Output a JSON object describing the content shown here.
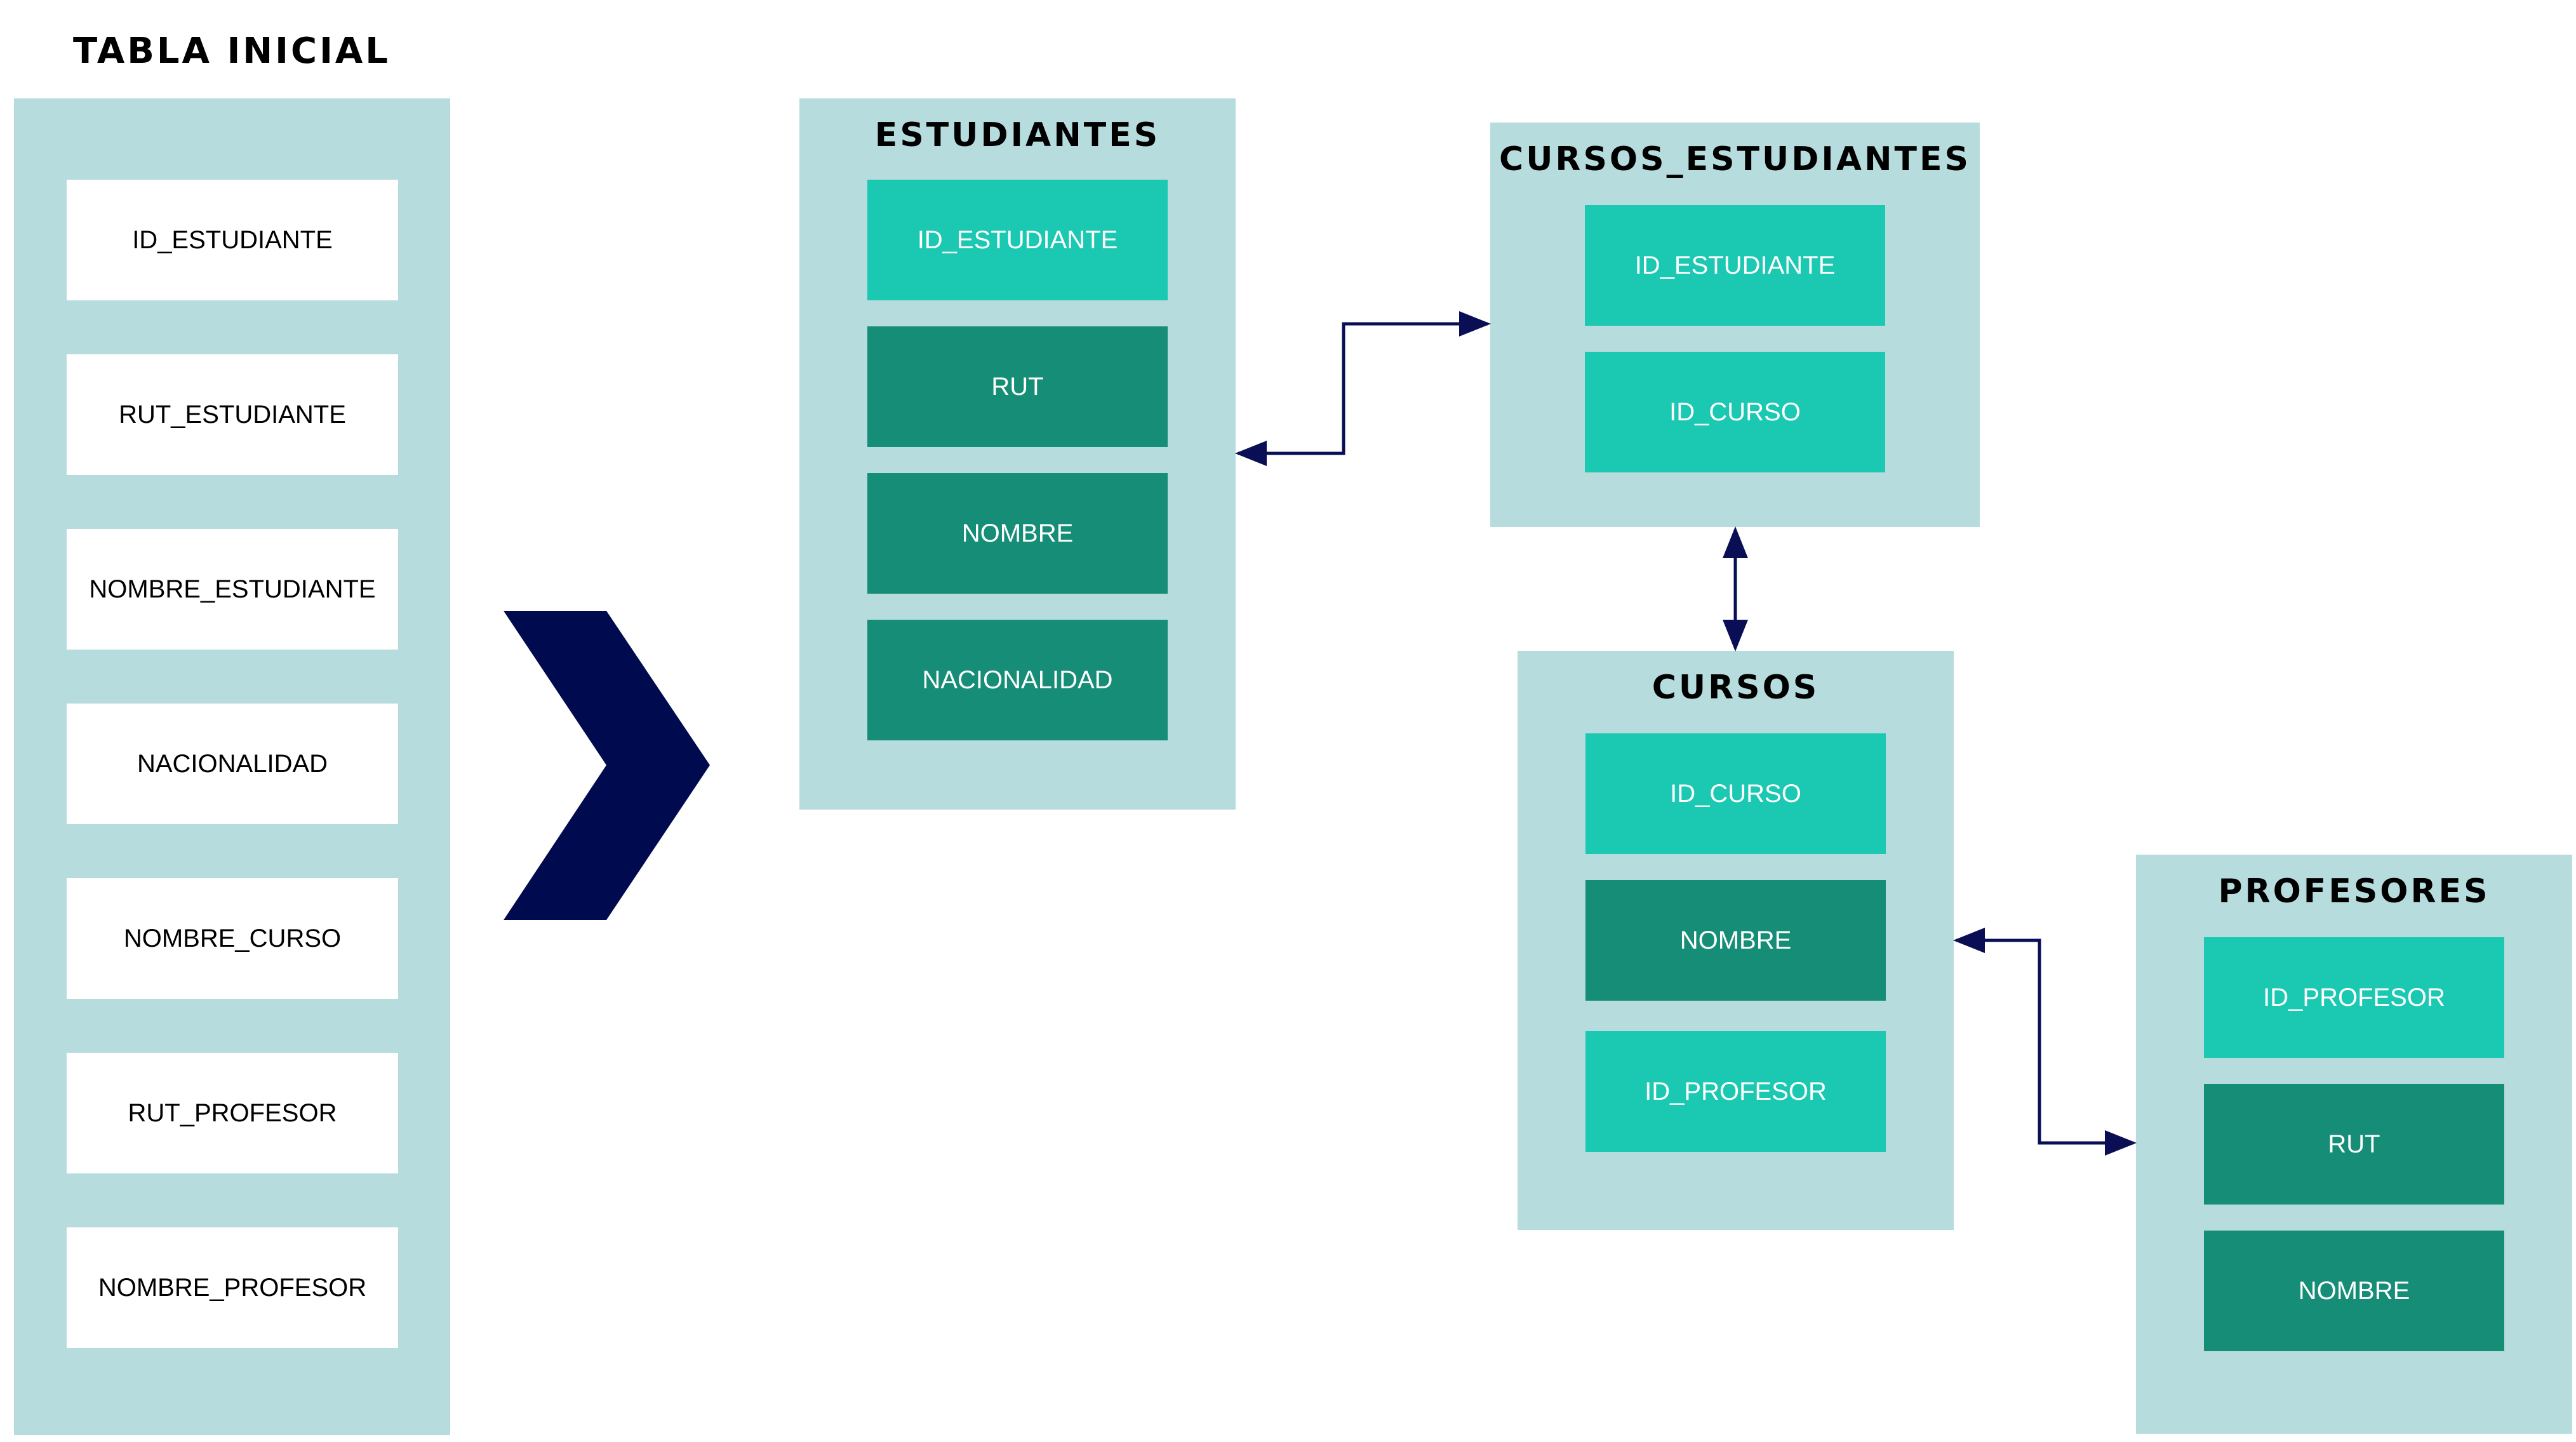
{
  "diagram_title": "TABLA INICIAL",
  "initial_table": {
    "fields": [
      "ID_ESTUDIANTE",
      "RUT_ESTUDIANTE",
      "NOMBRE_ESTUDIANTE",
      "NACIONALIDAD",
      "NOMBRE_CURSO",
      "RUT_PROFESOR",
      "NOMBRE_PROFESOR"
    ]
  },
  "tables": {
    "estudiantes": {
      "name": "ESTUDIANTES",
      "fields": [
        {
          "label": "ID_ESTUDIANTE",
          "kind": "key"
        },
        {
          "label": "RUT",
          "kind": "attr"
        },
        {
          "label": "NOMBRE",
          "kind": "attr"
        },
        {
          "label": "NACIONALIDAD",
          "kind": "attr"
        }
      ]
    },
    "cursos_estudiantes": {
      "name": "CURSOS_ESTUDIANTES",
      "fields": [
        {
          "label": "ID_ESTUDIANTE",
          "kind": "key"
        },
        {
          "label": "ID_CURSO",
          "kind": "key"
        }
      ]
    },
    "cursos": {
      "name": "CURSOS",
      "fields": [
        {
          "label": "ID_CURSO",
          "kind": "key"
        },
        {
          "label": "NOMBRE",
          "kind": "attr"
        },
        {
          "label": "ID_PROFESOR",
          "kind": "key"
        }
      ]
    },
    "profesores": {
      "name": "PROFESORES",
      "fields": [
        {
          "label": "ID_PROFESOR",
          "kind": "key"
        },
        {
          "label": "RUT",
          "kind": "attr"
        },
        {
          "label": "NOMBRE",
          "kind": "attr"
        }
      ]
    }
  },
  "colors": {
    "panel": "#b7dcdd",
    "key_field": "#1bc8b1",
    "attr_field": "#168d76",
    "arrow": "#000b4f",
    "connector": "#0a0f55"
  },
  "connectors": [
    {
      "from": "ESTUDIANTES",
      "to": "CURSOS_ESTUDIANTES",
      "direction": "both"
    },
    {
      "from": "CURSOS_ESTUDIANTES",
      "to": "CURSOS",
      "direction": "both"
    },
    {
      "from": "CURSOS",
      "to": "PROFESORES",
      "direction": "both"
    }
  ],
  "icons": {
    "transform_arrow": "chevron-right-icon"
  }
}
